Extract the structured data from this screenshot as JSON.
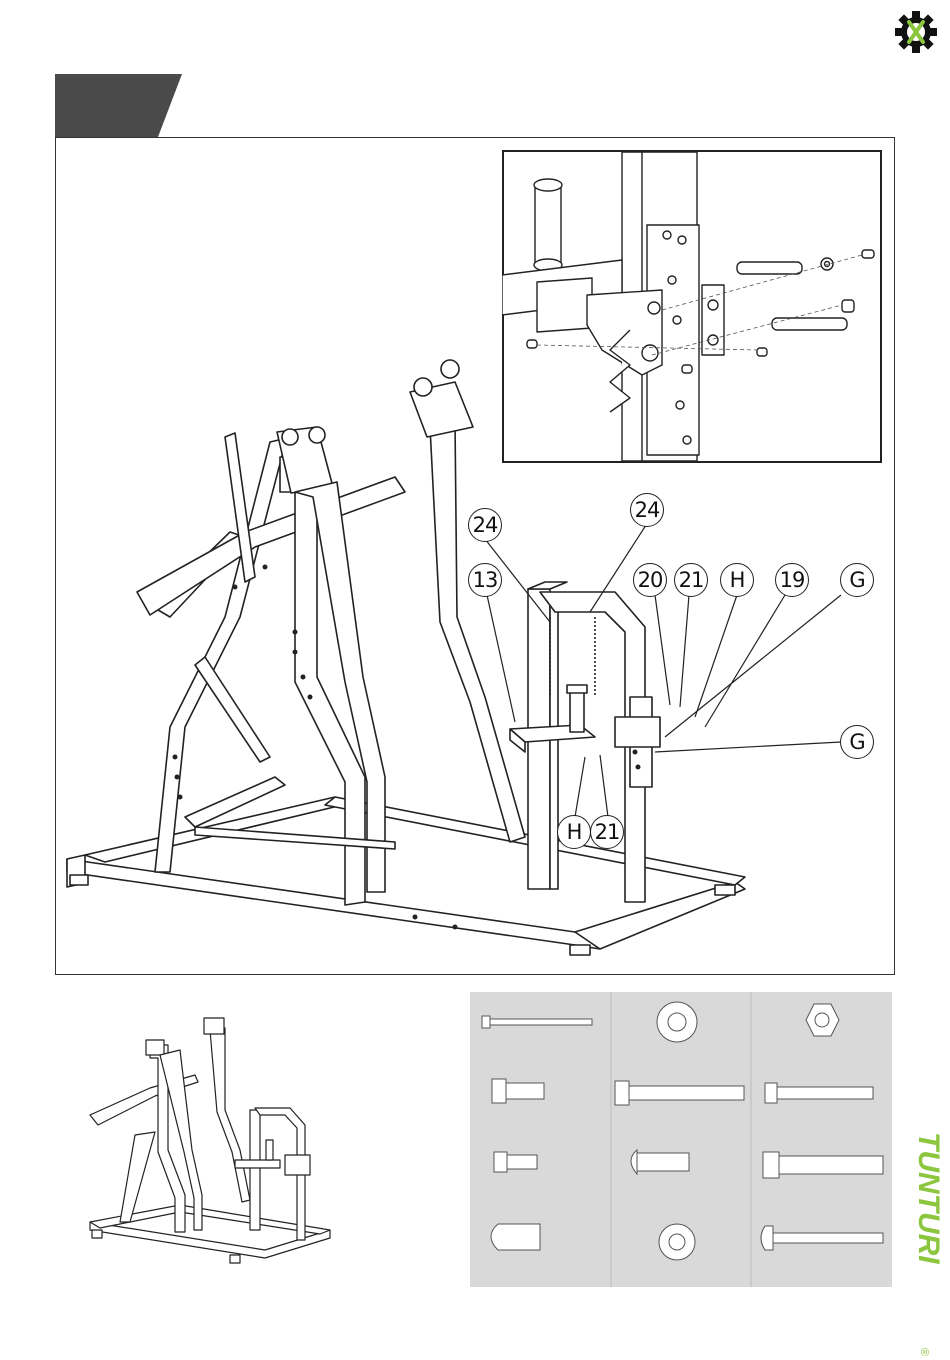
{
  "callouts": {
    "c1": "24",
    "c2": "24",
    "c3": "13",
    "c4": "20",
    "c5": "21",
    "c6": "H",
    "c7": "19",
    "c8": "G",
    "c9": "G",
    "c10": "H",
    "c11": "21"
  },
  "brand": {
    "name": "TUNTURI",
    "registered": "®",
    "color": "#8cc63f"
  },
  "colors": {
    "tab": "#4a4a4a",
    "parts_bg": "#d9d9d9",
    "line": "#222222"
  },
  "icons": {
    "header": "tool-gear-icon"
  }
}
